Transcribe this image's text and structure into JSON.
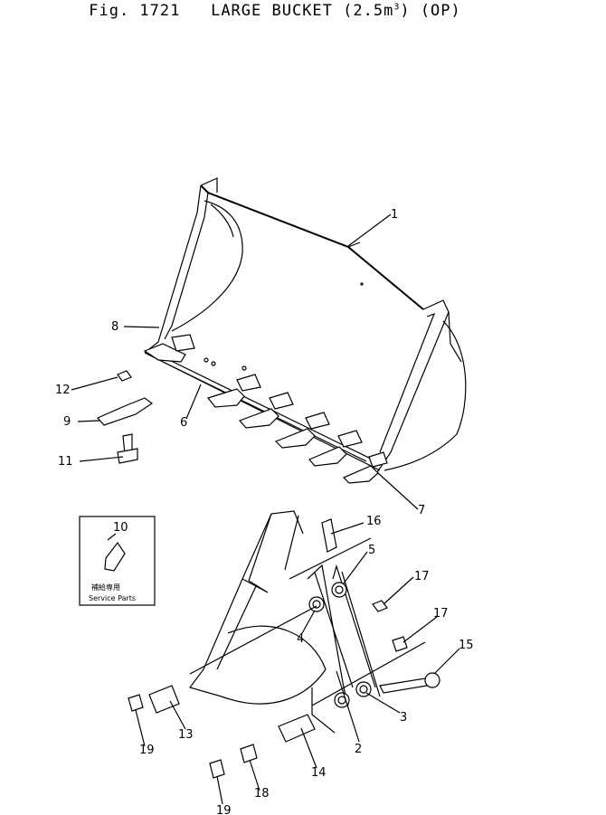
{
  "figure": {
    "prefix": "Fig. 1721",
    "name": "LARGE BUCKET (2.5m",
    "sup": "3",
    "suffix": ") (OP)"
  },
  "callouts": [
    "1",
    "2",
    "3",
    "4",
    "5",
    "6",
    "7",
    "8",
    "9",
    "10",
    "11",
    "12",
    "13",
    "14",
    "15",
    "16",
    "17",
    "17",
    "18",
    "19",
    "19"
  ],
  "inset": {
    "number": "10",
    "jp_label": "補給専用",
    "en_label": "Service Parts"
  }
}
